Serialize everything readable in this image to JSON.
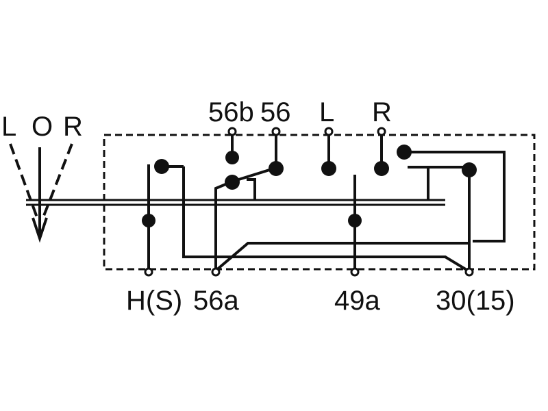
{
  "diagram": {
    "switch_positions": [
      "L",
      "O",
      "R"
    ],
    "top_terminals": [
      "56b",
      "56",
      "L",
      "R"
    ],
    "bottom_terminals": [
      "H(S)",
      "56a",
      "49a",
      "30(15)"
    ]
  }
}
